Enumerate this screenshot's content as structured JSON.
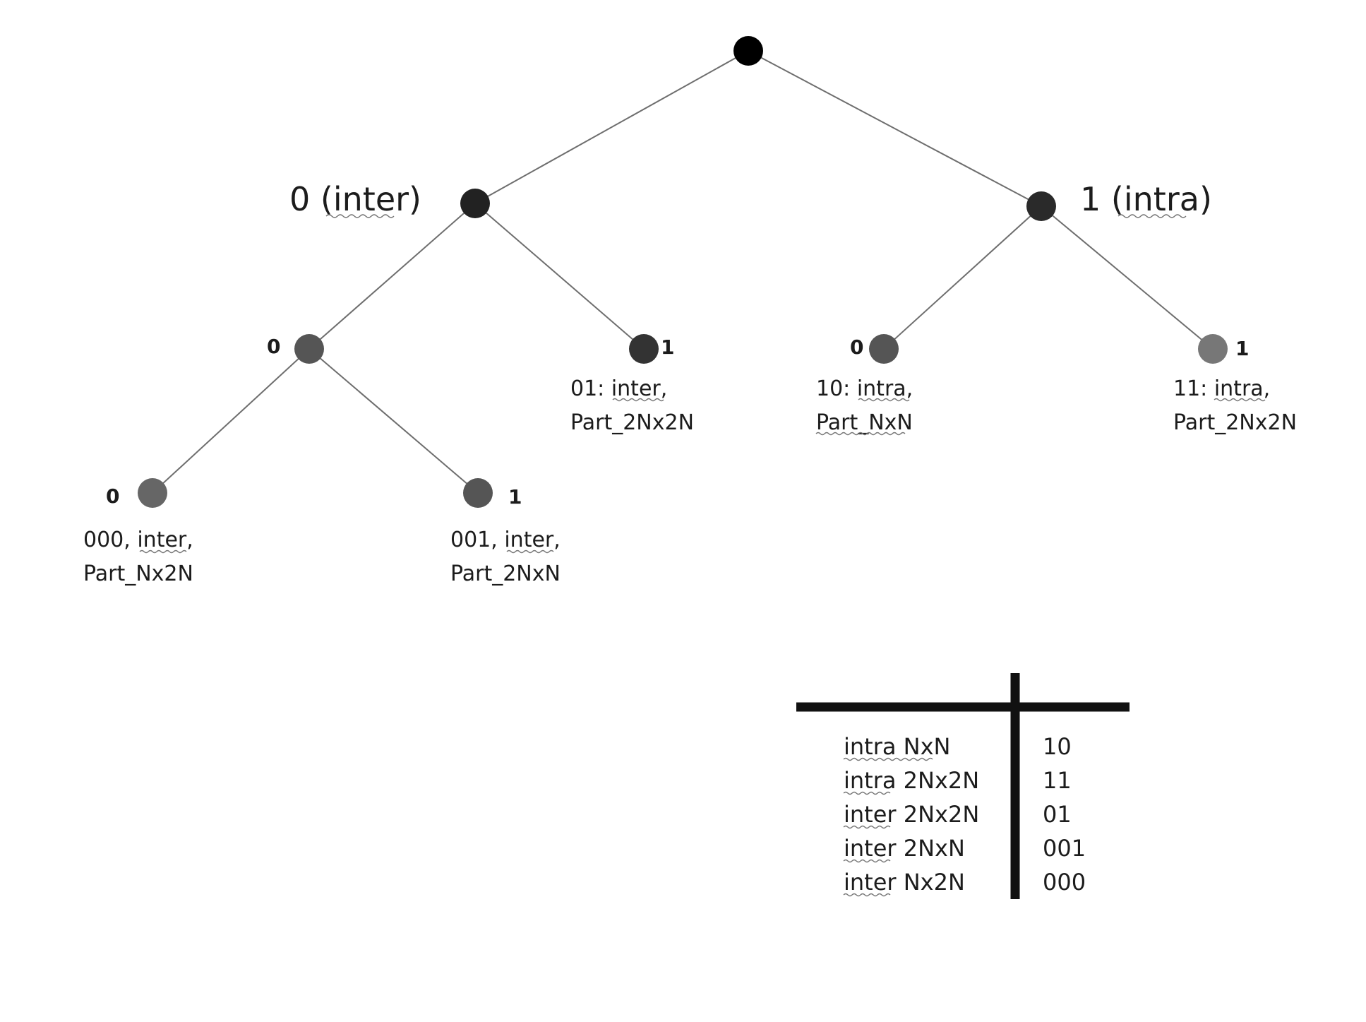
{
  "tree": {
    "root": {
      "fill": "#000000"
    },
    "left_branch": {
      "bit": "0",
      "word": "inter",
      "fill": "#222222"
    },
    "right_branch": {
      "bit": "1",
      "word": "intra",
      "fill": "#2a2a2a"
    },
    "nodes": {
      "n0": {
        "bit": "0",
        "fill": "#555555"
      },
      "n01": {
        "bit": "1",
        "code": "01:",
        "mode": "inter,",
        "part": "Part_2Nx2N",
        "fill": "#333333"
      },
      "n10": {
        "bit": "0",
        "code": "10:",
        "mode": "intra,",
        "part": "Part_NxN",
        "fill": "#555555"
      },
      "n11": {
        "bit": "1",
        "code": "11:",
        "mode": "intra,",
        "part": "Part_2Nx2N",
        "fill": "#777777"
      },
      "n000": {
        "bit": "0",
        "code": "000,",
        "mode": "inter,",
        "part": "Part_Nx2N",
        "fill": "#666666"
      },
      "n001": {
        "bit": "1",
        "code": "001,",
        "mode": "inter,",
        "part": "Part_2NxN",
        "fill": "#555555"
      }
    }
  },
  "table": {
    "rows": [
      {
        "mode": "intra",
        "part": "NxN",
        "code": "10"
      },
      {
        "mode": "intra",
        "part": "2Nx2N",
        "code": "11"
      },
      {
        "mode": "inter",
        "part": "2Nx2N",
        "code": "01"
      },
      {
        "mode": "inter",
        "part": "2NxN",
        "code": "001"
      },
      {
        "mode": "inter",
        "part": "Nx2N",
        "code": "000"
      }
    ]
  }
}
